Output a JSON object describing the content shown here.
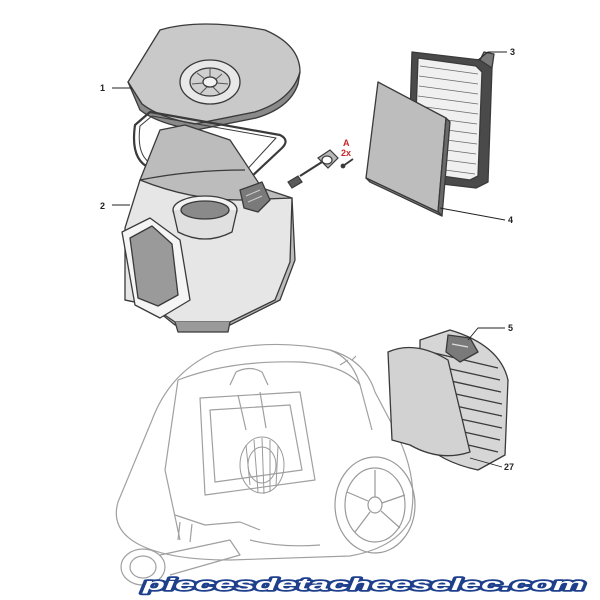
{
  "callouts": {
    "c1": "1",
    "c2": "2",
    "c3": "3",
    "c4": "4",
    "c5": "5",
    "c27": "27",
    "ref_letter": "A",
    "ref_qty": "2x"
  },
  "watermark": {
    "text": "piecesdetacheeselec.com",
    "fill": "#ffffff",
    "stroke": "#1e3f8c"
  },
  "colors": {
    "line": "#3a3a3a",
    "ghost": "#9a9a9a",
    "shade": "#c8c8c8",
    "dark_shade": "#7a7a7a",
    "accent": "#c62828"
  }
}
